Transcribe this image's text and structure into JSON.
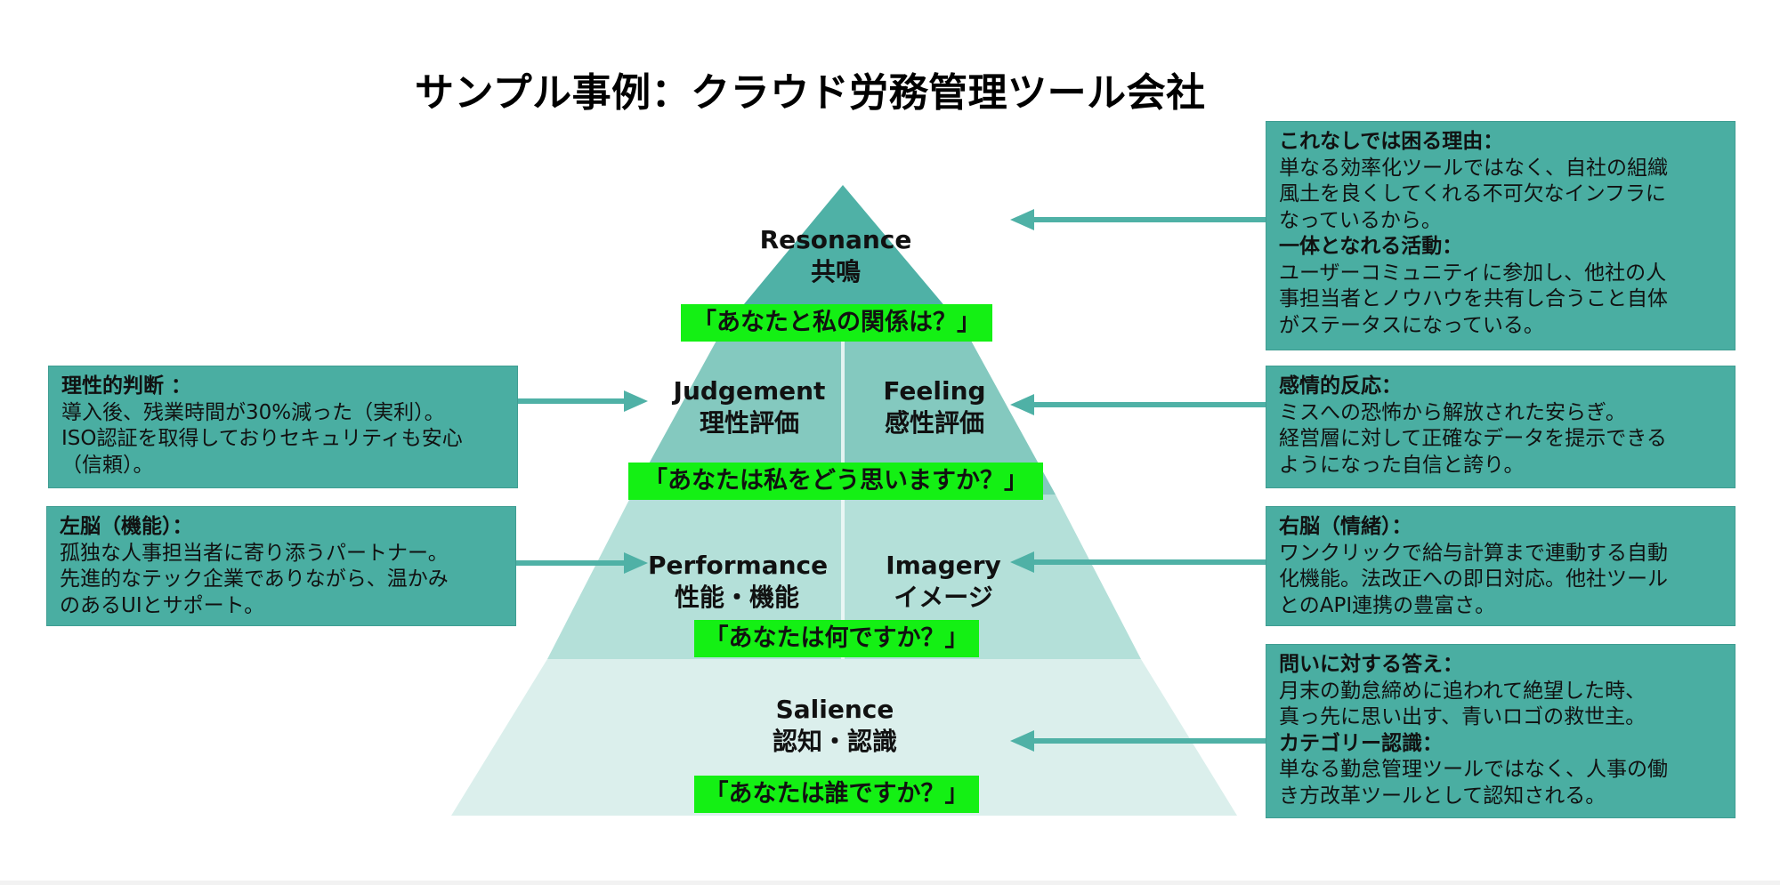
{
  "title": "サンプル事例：クラウド労務管理ツール会社",
  "colors": {
    "level_top": "#4fb1a6",
    "level_2": "#84c9bf",
    "level_3": "#b4e0d9",
    "level_bottom": "#dbefec",
    "question_bg": "#14f014",
    "box_bg": "#4aaea2",
    "arrow": "#4fb1a6"
  },
  "levels": {
    "resonance": {
      "en": "Resonance",
      "ja": "共鳴"
    },
    "judgement": {
      "en": "Judgement",
      "ja": "理性評価"
    },
    "feeling": {
      "en": "Feeling",
      "ja": "感性評価"
    },
    "performance": {
      "en": "Performance",
      "ja": "性能・機能"
    },
    "imagery": {
      "en": "Imagery",
      "ja": "イメージ"
    },
    "salience": {
      "en": "Salience",
      "ja": "認知・認識"
    }
  },
  "questions": {
    "relationship": "「あなたと私の関係は？」",
    "think": "「あなたは私をどう思いますか？」",
    "what": "「あなたは何ですか？」",
    "who": "「あなたは誰ですか？」"
  },
  "boxes": {
    "resonance": {
      "h1": "これなしでは困る理由：",
      "t1": "単なる効率化ツールではなく、自社の組織\n風土を良くしてくれる不可欠なインフラに\nなっているから。",
      "h2": "一体となれる活動：",
      "t2": "ユーザーコミュニティに参加し、他社の人\n事担当者とノウハウを共有し合うこと自体\nがステータスになっている。"
    },
    "judgement": {
      "h": "理性的判断 ：",
      "t": "導入後、残業時間が30%減った（実利）。\nISO認証を取得しておりセキュリティも安心\n（信頼）。"
    },
    "feeling": {
      "h": "感情的反応：",
      "t": "ミスへの恐怖から解放された安らぎ。\n経営層に対して正確なデータを提示できる\nようになった自信と誇り。"
    },
    "performance": {
      "h": "左脳（機能）：",
      "t": " 孤独な人事担当者に寄り添うパートナー。\n先進的なテック企業でありながら、温かみ\nのあるUIとサポート。"
    },
    "imagery": {
      "h": "右脳（情緒）：",
      "t": "ワンクリックで給与計算まで連動する自動\n化機能。法改正への即日対応。他社ツール\nとのAPI連携の豊富さ。"
    },
    "salience": {
      "h1": "問いに対する答え：",
      "t1": "月末の勤怠締めに追われて絶望した時、\n真っ先に思い出す、青いロゴの救世主。",
      "h2": "カテゴリー認識：",
      "t2": "単なる勤怠管理ツールではなく、人事の働\nき方改革ツールとして認知される。"
    }
  }
}
